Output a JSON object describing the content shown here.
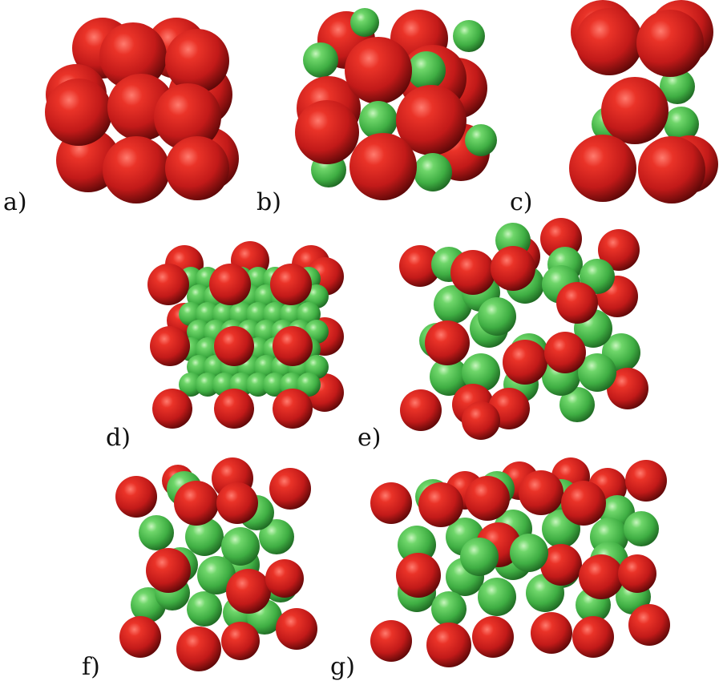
{
  "panels": [
    {
      "id": "a",
      "label": "a)"
    },
    {
      "id": "b",
      "label": "b)"
    },
    {
      "id": "c",
      "label": "c)"
    },
    {
      "id": "d",
      "label": "d)"
    },
    {
      "id": "e",
      "label": "e)"
    },
    {
      "id": "f",
      "label": "f)"
    },
    {
      "id": "g",
      "label": "g)"
    }
  ],
  "colors": {
    "large_sphere": "#cc1f1f",
    "small_sphere": "#4fc24f",
    "background": "#ffffff"
  }
}
